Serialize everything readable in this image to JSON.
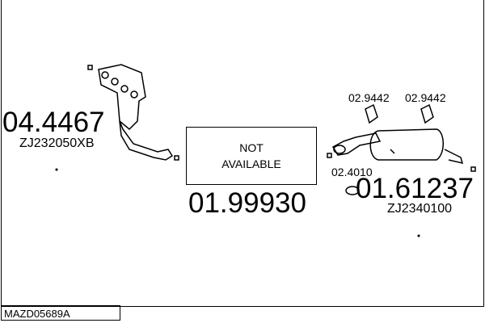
{
  "parts": {
    "catalyst": {
      "number": "04.4467",
      "oe": "ZJ232050XB"
    },
    "middle": {
      "line1": "NOT",
      "line2": "AVAILABLE",
      "number": "01.99930"
    },
    "rear_silencer": {
      "number": "01.61237",
      "oe": "ZJ2340100"
    },
    "rubber_mount_1": {
      "number": "02.9442"
    },
    "rubber_mount_2": {
      "number": "02.9442"
    },
    "gasket": {
      "number": "02.4010"
    }
  },
  "footer": {
    "code": "MAZD05689A"
  }
}
